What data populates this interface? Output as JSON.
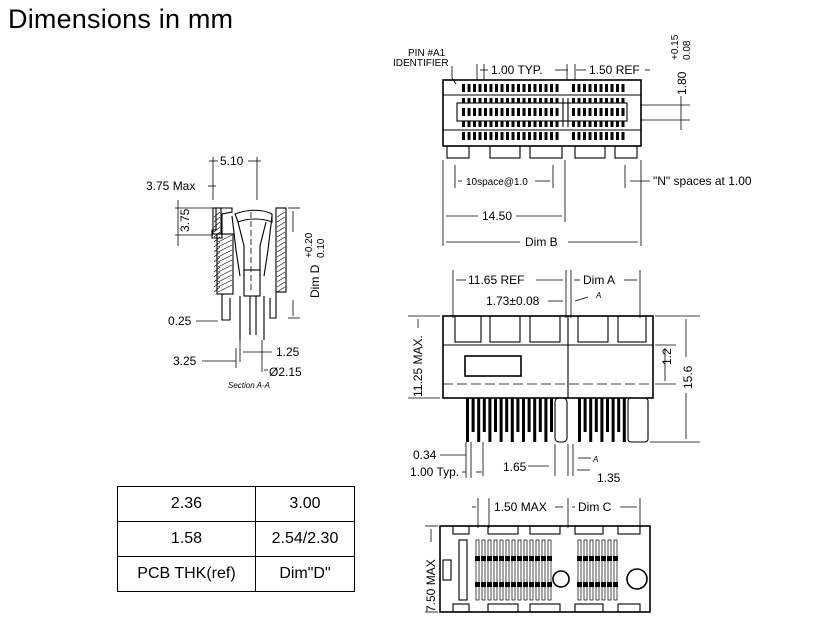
{
  "title": "Dimensions in mm",
  "top_view": {
    "pin_a1": "PIN #A1",
    "identifier": "IDENTIFIER",
    "pitch": "1.00 TYP.",
    "ref": "1.50 REF",
    "height_base": "1.80",
    "height_tol_plus": "+0.15",
    "height_tol_minus": "0.08",
    "space10": "10space@1.0",
    "n_spaces": "\"N\"  spaces at 1.00",
    "width_1450": "14.50",
    "dim_b": "Dim B"
  },
  "section_view": {
    "top_width": "5.10",
    "max_height": "3.75 Max",
    "side_375": "3.75",
    "dim_d_label": "Dim D",
    "dim_d_plus": "+0.20",
    "dim_d_minus": "0.10",
    "d_025": "0.25",
    "d_125": "1.25",
    "d_325": "3.25",
    "d_215": "Ø2.15",
    "caption": "Section A-A"
  },
  "front_view": {
    "ref_1165": "11.65 REF",
    "dim_a": "Dim A",
    "d_173": "1.73±0.08",
    "arrow_a": "A",
    "max_1125": "11.25 MAX.",
    "d_12": "1.2",
    "d_156": "15.6",
    "d_034": "0.34",
    "typ_100": "1.00 Typ.",
    "d_165": "1.65",
    "d_135": "1.35"
  },
  "bottom_view": {
    "max_150": "1.50 MAX",
    "dim_c": "Dim C",
    "max_750": "7.50 MAX"
  },
  "table": {
    "rows": [
      [
        "2.36",
        "3.00"
      ],
      [
        "1.58",
        "2.54/2.30"
      ],
      [
        "PCB THK(ref)",
        "Dim\"D\""
      ]
    ]
  }
}
